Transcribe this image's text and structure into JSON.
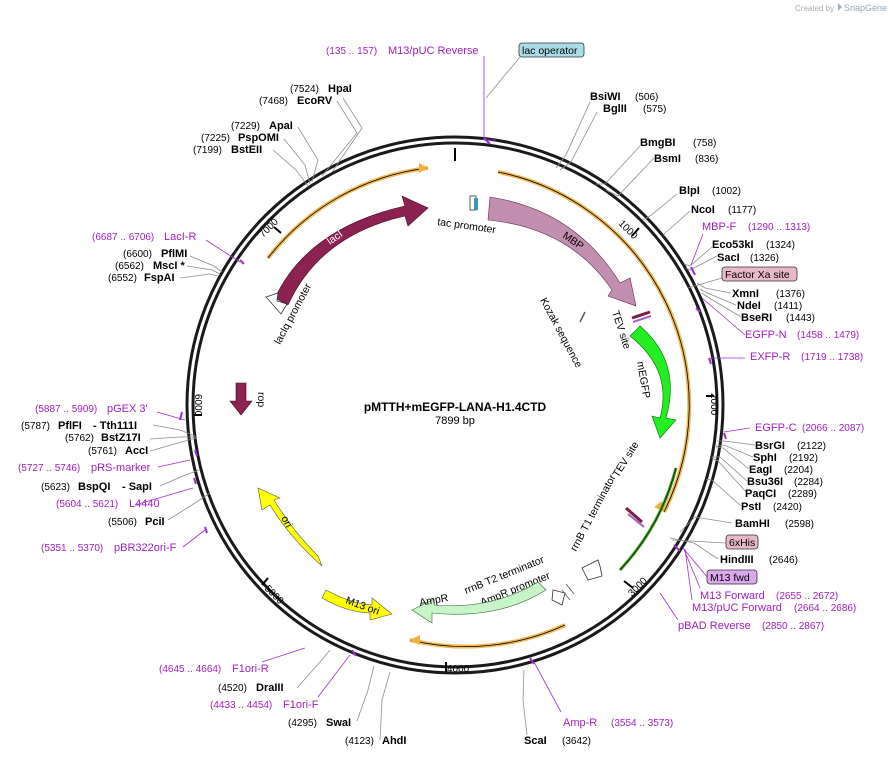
{
  "credit": {
    "text": "Created by",
    "brand": "SnapGene"
  },
  "plasmid": {
    "name": "pMTTH+mEGFP-LANA-H1.4CTD",
    "length": "7899 bp"
  },
  "ticks": [
    "1000",
    "2000",
    "3000",
    "4000",
    "5000",
    "6000",
    "7000"
  ],
  "enzymes": [
    {
      "name": "HpaI",
      "pos": "(7524)"
    },
    {
      "name": "EcoRV",
      "pos": "(7468)"
    },
    {
      "name": "ApaI",
      "pos": "(7229)"
    },
    {
      "name": "PspOMI",
      "pos": "(7225)"
    },
    {
      "name": "BstEII",
      "pos": "(7199)"
    },
    {
      "name": "BsiWI",
      "pos": "(506)"
    },
    {
      "name": "BglII",
      "pos": "(575)"
    },
    {
      "name": "BmgBI",
      "pos": "(758)"
    },
    {
      "name": "BsmI",
      "pos": "(836)"
    },
    {
      "name": "BlpI",
      "pos": "(1002)"
    },
    {
      "name": "NcoI",
      "pos": "(1177)"
    },
    {
      "name": "Eco53kI",
      "pos": "(1324)"
    },
    {
      "name": "SacI",
      "pos": "(1326)"
    },
    {
      "name": "XmnI",
      "pos": "(1376)"
    },
    {
      "name": "NdeI",
      "pos": "(1411)"
    },
    {
      "name": "BseRI",
      "pos": "(1443)"
    },
    {
      "name": "PflMI",
      "pos": "(6600)"
    },
    {
      "name": "MscI *",
      "pos": "(6562)"
    },
    {
      "name": "FspAI",
      "pos": "(6552)"
    },
    {
      "name": "BsrGI",
      "pos": "(2122)"
    },
    {
      "name": "SphI",
      "pos": "(2192)"
    },
    {
      "name": "EagI",
      "pos": "(2204)"
    },
    {
      "name": "Bsu36I",
      "pos": "(2284)"
    },
    {
      "name": "PaqCI",
      "pos": "(2289)"
    },
    {
      "name": "PstI",
      "pos": "(2420)"
    },
    {
      "name": "BamHI",
      "pos": "(2598)"
    },
    {
      "name": "HindIII",
      "pos": "(2646)"
    },
    {
      "name": "PflFI",
      "pos": "(5787)"
    },
    {
      "name": "- Tth111I",
      "pos": ""
    },
    {
      "name": "BstZ17I",
      "pos": "(5762)"
    },
    {
      "name": "AccI",
      "pos": "(5761)"
    },
    {
      "name": "BspQI",
      "pos": "(5623)"
    },
    {
      "name": "- SapI",
      "pos": ""
    },
    {
      "name": "PciI",
      "pos": "(5506)"
    },
    {
      "name": "DraIII",
      "pos": "(4520)"
    },
    {
      "name": "SwaI",
      "pos": "(4295)"
    },
    {
      "name": "AhdI",
      "pos": "(4123)"
    },
    {
      "name": "ScaI",
      "pos": "(3642)"
    }
  ],
  "primers": [
    {
      "name": "M13/pUC Reverse",
      "pos": "(135 .. 157)"
    },
    {
      "name": "MBP-F",
      "pos": "(1290 .. 1313)"
    },
    {
      "name": "EGFP-N",
      "pos": "(1458 .. 1479)"
    },
    {
      "name": "EXFP-R",
      "pos": "(1719 .. 1738)"
    },
    {
      "name": "LacI-R",
      "pos": "(6687 .. 6706)"
    },
    {
      "name": "pGEX 3'",
      "pos": "(5887 .. 5909)"
    },
    {
      "name": "pRS-marker",
      "pos": "(5727 .. 5746)"
    },
    {
      "name": "L4440",
      "pos": "(5604 .. 5621)"
    },
    {
      "name": "pBR322ori-F",
      "pos": "(5351 .. 5370)"
    },
    {
      "name": "EGFP-C",
      "pos": "(2066 .. 2087)"
    },
    {
      "name": "M13 Forward",
      "pos": "(2655 .. 2672)"
    },
    {
      "name": "M13/pUC Forward",
      "pos": "(2664 .. 2686)"
    },
    {
      "name": "pBAD Reverse",
      "pos": "(2850 .. 2867)"
    },
    {
      "name": "F1ori-R",
      "pos": "(4645 .. 4664)"
    },
    {
      "name": "F1ori-F",
      "pos": "(4433 .. 4454)"
    },
    {
      "name": "Amp-R",
      "pos": "(3554 .. 3573)"
    }
  ],
  "tags": [
    "lac operator",
    "Factor Xa site",
    "6xHis",
    "M13 fwd"
  ],
  "features": {
    "lacI": "lacI",
    "lacIq_promoter": "lacIq promoter",
    "tac_promoter": "tac promoter",
    "MBP": "MBP",
    "TEV_site_1": "TEV site",
    "Kozak": "Kozak sequence",
    "mEGFP": "mEGFP",
    "TEV_site_2": "TEV site",
    "rrnB_T1": "rrnB T1 terminator",
    "rrnB_T2": "rrnB T2 terminator",
    "AmpR_promoter": "AmpR promoter",
    "AmpR": "AmpR",
    "M13_ori": "M13 ori",
    "ori": "ori",
    "rop": "rop"
  },
  "colors": {
    "lacI": "#8b2252",
    "MBP": "#c38fb0",
    "mEGFP": "#22ee22",
    "yellow": "#ffff00",
    "AmpR": "#c8f5c8",
    "orange_arc": "#f0b040",
    "primer": "#a020c0",
    "lac_operator": "#a8dce8",
    "tag_pink": "#e8b8c8",
    "tag_violet": "#dca8ec"
  }
}
